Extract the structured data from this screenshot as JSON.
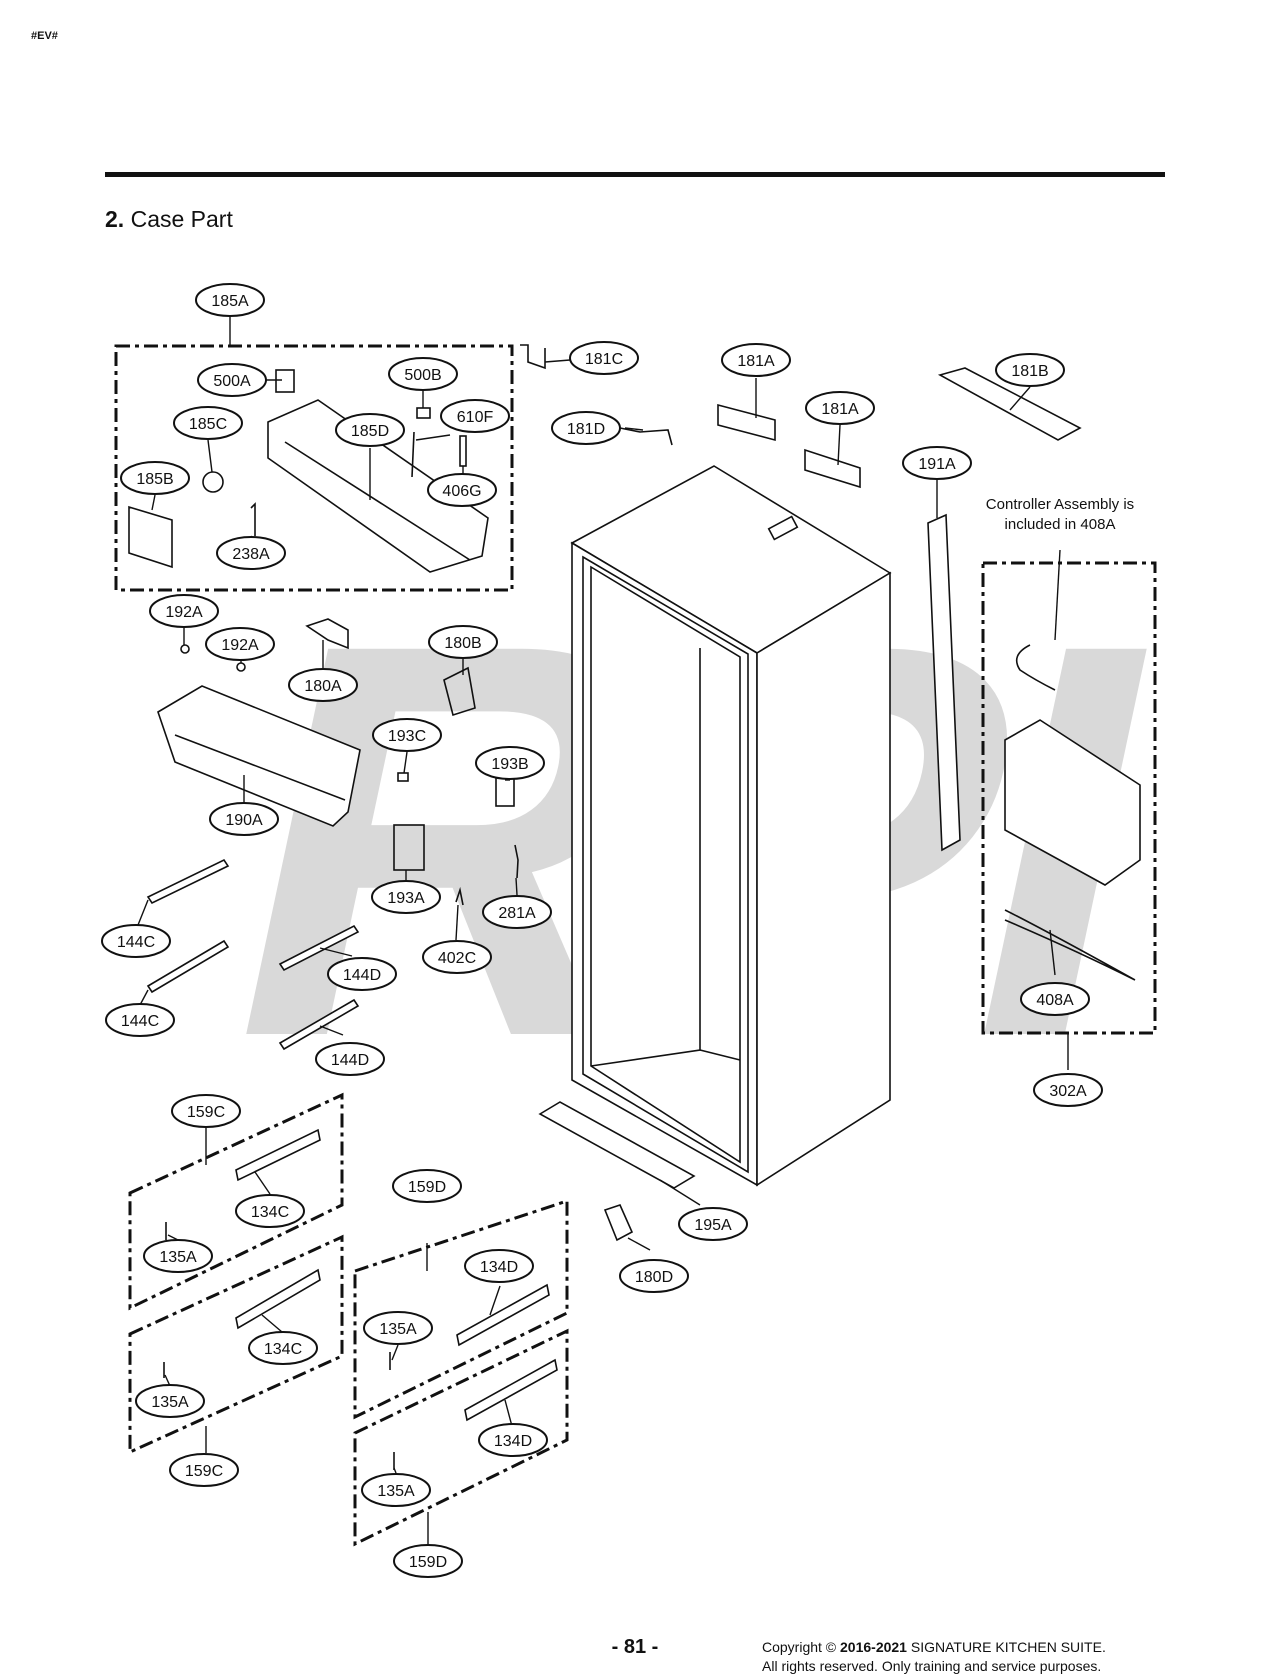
{
  "corner_code": "#EV#",
  "section": {
    "number": "2.",
    "title": "Case Part"
  },
  "watermark": "RPI",
  "note": {
    "line1": "Controller Assembly is",
    "line2": "included in 408A"
  },
  "page_number": "- 81 -",
  "copyright": {
    "prefix": "Copyright ©",
    "years": "2016-2021",
    "owner": "SIGNATURE KITCHEN SUITE.",
    "line2": "All rights reserved. Only training and service purposes."
  },
  "labels": [
    "185A",
    "500A",
    "500B",
    "185C",
    "610F",
    "185D",
    "185B",
    "406G",
    "238A",
    "181C",
    "181A",
    "181B",
    "181D",
    "181A",
    "191A",
    "192A",
    "192A",
    "180A",
    "180B",
    "193C",
    "193B",
    "190A",
    "193A",
    "281A",
    "402C",
    "144C",
    "144D",
    "144C",
    "144D",
    "408A",
    "302A",
    "159C",
    "134C",
    "135A",
    "159D",
    "134D",
    "195A",
    "180D",
    "135A",
    "134C",
    "135A",
    "159C",
    "134D",
    "135A",
    "159D"
  ]
}
